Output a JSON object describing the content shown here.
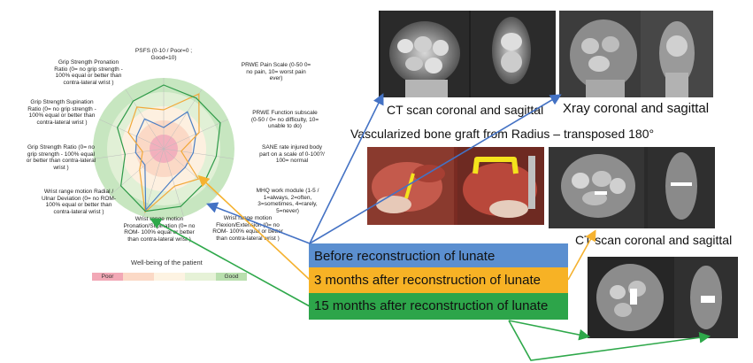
{
  "radar": {
    "axes": [
      "PSFS (0-10 / Poor=0 ; Good=10)",
      "PRWE Pain Scale (0-50 0= no pain, 10= worst pain ever)",
      "PRWE Function subscale (0-50 / 0= no difficulty, 10= unable to do)",
      "SANE rate injured body part on a scale of 0-100?/ 100= normal",
      "MHQ work module (1-5 / 1=always, 2=often, 3=sometimes, 4=rarely, 5=never)",
      "Wrist range motion Flexion/Extension (0= no ROM- 100% equal or better than contra-lateral wrist )",
      "Wrist range motion Pronation/Supination (0= no ROM- 100% equal or better than contra-lateral wrist )",
      "Wrist range motion Radial / Ulnar Deviation (0= no ROM- 100% equal or better than contra-lateral wrist )",
      "Grip Strength Ratio (0= no grip strength - 100% equal or better than contra-lateral wrist )",
      "Grip Strength Supination Ratio (0= no grip strength - 100% equal or better than contra-lateral wrist )",
      "Grip Strength Pronation Ratio (0= no grip strength - 100% equal or better than contra-lateral wrist )"
    ],
    "series": [
      {
        "color": "#4a7ec4",
        "values": [
          0.3,
          0.62,
          0.5,
          0.42,
          0.4,
          0.45,
          0.9,
          0.35,
          0.4,
          0.42,
          0.5
        ]
      },
      {
        "color": "#f2a93b",
        "values": [
          0.55,
          0.92,
          0.55,
          0.25,
          0.65,
          0.55,
          0.93,
          0.45,
          0.3,
          0.55,
          0.7
        ]
      },
      {
        "color": "#2e9a48",
        "values": [
          0.9,
          0.85,
          0.88,
          0.75,
          0.75,
          0.85,
          0.92,
          0.8,
          0.55,
          0.72,
          0.8
        ]
      }
    ],
    "legend_title": "Well-being of the patient",
    "legend": [
      {
        "label": "Poor",
        "color": "#f2a8b6"
      },
      {
        "label": "",
        "color": "#fbd9c6"
      },
      {
        "label": "",
        "color": "#fdf3e2"
      },
      {
        "label": "",
        "color": "#e6f2d7"
      },
      {
        "label": "Good",
        "color": "#b9dfae"
      }
    ],
    "zone_colors": [
      "#c7e6c0",
      "#e1f0d6",
      "#fdf0e0",
      "#fbd9c6",
      "#f2b0bd"
    ]
  },
  "captions": {
    "ct1": "CT scan coronal and sagittal",
    "xray": "Xray coronal and sagittal",
    "graft": "Vascularized bone graft from Radius – transposed 180°",
    "ct2": "CT scan coronal and sagittal"
  },
  "timeline": [
    {
      "label": "Before reconstruction of lunate",
      "color": "#5b8fd0"
    },
    {
      "label": "3 months after reconstruction of lunate",
      "color": "#f7b225"
    },
    {
      "label": "15 months after reconstruction of lunate",
      "color": "#2da54a"
    }
  ],
  "connector_colors": {
    "blue": "#4472c4",
    "yellow": "#f5b230",
    "green": "#2ea84a"
  }
}
